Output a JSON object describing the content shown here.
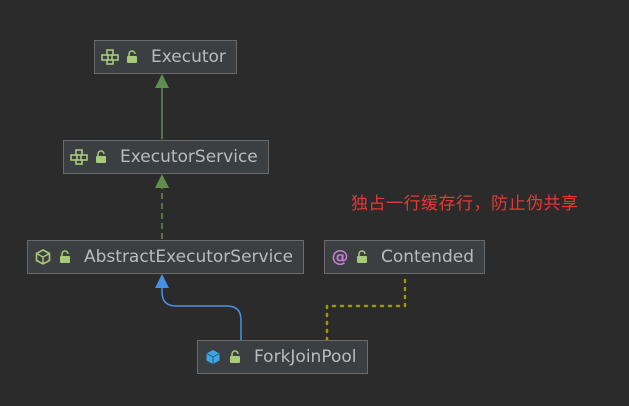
{
  "nodes": {
    "executor": {
      "label": "Executor",
      "kind": "interface-icon"
    },
    "executor_service": {
      "label": "ExecutorService",
      "kind": "interface-icon"
    },
    "abstract_executor_service": {
      "label": "AbstractExecutorService",
      "kind": "abstract-class-icon"
    },
    "contended": {
      "label": "Contended",
      "kind": "annotation-icon"
    },
    "fork_join_pool": {
      "label": "ForkJoinPool",
      "kind": "class-icon"
    }
  },
  "annotation_note": "独占一行缓存行，防止伪共享",
  "colors": {
    "background": "#2b2b2b",
    "node_fill": "#3c3f41",
    "node_border": "#6b6b6b",
    "interface_arrow": "#5f8f4e",
    "extends_arrow": "#4a90e2",
    "annotation_link": "#9a9a00",
    "note": "#e53935"
  }
}
